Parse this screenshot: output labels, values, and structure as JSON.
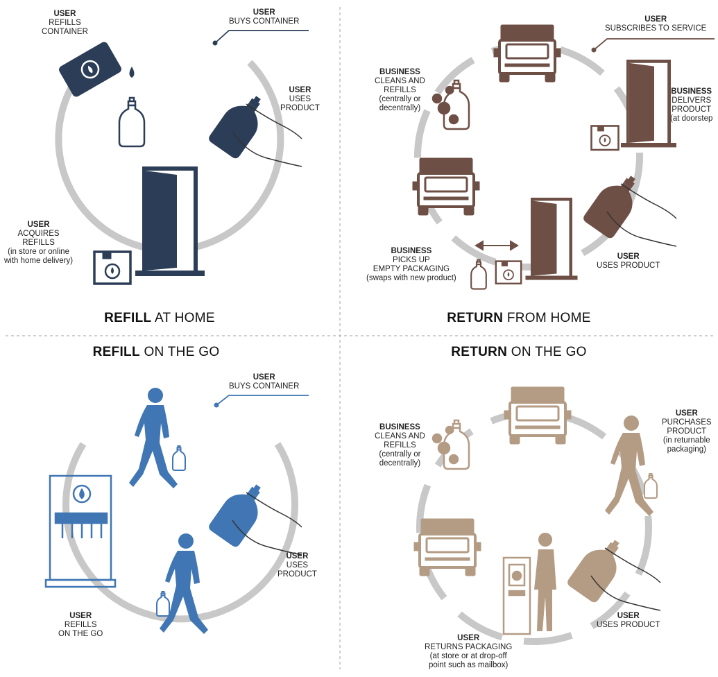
{
  "titles": {
    "q1": {
      "bold": "REFILL",
      "rest": " AT HOME"
    },
    "q2": {
      "bold": "RETURN",
      "rest": " FROM HOME"
    },
    "q3": {
      "bold": "REFILL",
      "rest": " ON THE GO"
    },
    "q4": {
      "bold": "RETURN",
      "rest": " ON THE GO"
    }
  },
  "labels": {
    "q1_refills": {
      "head": "USER",
      "lines": [
        "REFILLS",
        "CONTAINER"
      ]
    },
    "q1_buys": {
      "head": "USER",
      "lines": [
        "BUYS CONTAINER"
      ]
    },
    "q1_uses": {
      "head": "USER",
      "lines": [
        "USES",
        "PRODUCT"
      ]
    },
    "q1_acquires": {
      "head": "USER",
      "lines": [
        "ACQUIRES",
        "REFILLS",
        "(in store or online",
        "with home delivery)"
      ]
    },
    "q2_subscribes": {
      "head": "USER",
      "lines": [
        "SUBSCRIBES TO SERVICE"
      ]
    },
    "q2_cleans": {
      "head": "BUSINESS",
      "lines": [
        "CLEANS AND",
        "REFILLS",
        "(centrally or",
        "decentrally)"
      ]
    },
    "q2_delivers": {
      "head": "BUSINESS",
      "lines": [
        "DELIVERS",
        "PRODUCT",
        "(at doorstep"
      ]
    },
    "q2_picks": {
      "head": "BUSINESS",
      "lines": [
        "PICKS UP",
        "EMPTY PACKAGING",
        "(swaps with new product)"
      ]
    },
    "q2_uses": {
      "head": "USER",
      "lines": [
        "USES PRODUCT"
      ]
    },
    "q3_buys": {
      "head": "USER",
      "lines": [
        "BUYS CONTAINER"
      ]
    },
    "q3_uses": {
      "head": "USER",
      "lines": [
        "USES",
        "PRODUCT"
      ]
    },
    "q3_refills": {
      "head": "USER",
      "lines": [
        "REFILLS",
        "ON THE GO"
      ]
    },
    "q4_cleans": {
      "head": "BUSINESS",
      "lines": [
        "CLEANS AND",
        "REFILLS",
        "(centrally or",
        "decentrally)"
      ]
    },
    "q4_purchases": {
      "head": "USER",
      "lines": [
        "PURCHASES",
        "PRODUCT",
        "(in returnable",
        "packaging)"
      ]
    },
    "q4_uses": {
      "head": "USER",
      "lines": [
        "USES PRODUCT"
      ]
    },
    "q4_returns": {
      "head": "USER",
      "lines": [
        "RETURNS PACKAGING",
        "(at store or at drop-off",
        "point such as mailbox)"
      ]
    }
  },
  "colors": {
    "navy": "#2b3d57",
    "brown": "#6e4f45",
    "blue": "#3f76b3",
    "tan": "#b39b84",
    "ring": "#c8c8c8",
    "divider": "#b0b0b0"
  },
  "icons": [
    "bottle-icon",
    "hand-bottle-icon",
    "door-icon",
    "box-icon",
    "truck-icon",
    "person-walking-icon",
    "dispenser-icon",
    "refill-cycle-icon",
    "drop-box-icon",
    "double-arrow-icon"
  ]
}
